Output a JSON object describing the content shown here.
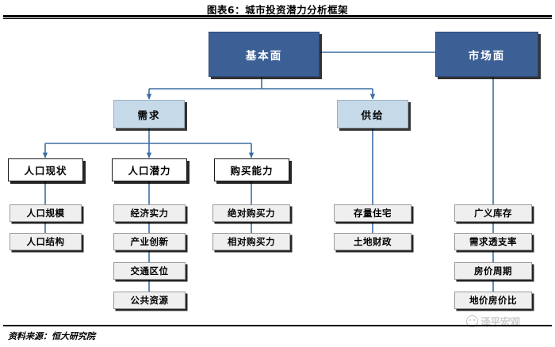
{
  "header": {
    "title": "图表6：城市投资潜力分析框架"
  },
  "footer": {
    "source": "资料来源：恒大研究院",
    "watermark": "泽平宏观"
  },
  "colors": {
    "level1_fill": "#3C6096",
    "level1_border": "#2C4878",
    "level2_fill": "#C6D9E9",
    "level2_border": "#9BAFC0",
    "level3_fill": "#FFFFFF",
    "level3_border": "#1A1A1A",
    "leaf_fill": "#EFEFEF",
    "leaf_border": "#9A9A9A",
    "connector": "#3C6EA5",
    "rule": "#000000"
  },
  "diagram": {
    "type": "hierarchy-flowchart",
    "level1": [
      {
        "id": "fundamentals",
        "label": "基本面"
      },
      {
        "id": "market",
        "label": "市场面"
      }
    ],
    "level2": [
      {
        "id": "demand",
        "label": "需求",
        "parent": "fundamentals"
      },
      {
        "id": "supply",
        "label": "供给",
        "parent": "fundamentals"
      }
    ],
    "level3": [
      {
        "id": "pop-status",
        "label": "人口现状",
        "parent": "demand"
      },
      {
        "id": "pop-potential",
        "label": "人口潜力",
        "parent": "demand"
      },
      {
        "id": "purchase-power",
        "label": "购买能力",
        "parent": "demand"
      }
    ],
    "leaves": {
      "pop-status": [
        "人口规模",
        "人口结构"
      ],
      "pop-potential": [
        "经济实力",
        "产业创新",
        "交通区位",
        "公共资源"
      ],
      "purchase-power": [
        "绝对购买力",
        "相对购买力"
      ],
      "supply": [
        "存量住宅",
        "土地财政"
      ],
      "market": [
        "广义库存",
        "需求透支率",
        "房价周期",
        "地价房价比"
      ]
    }
  }
}
